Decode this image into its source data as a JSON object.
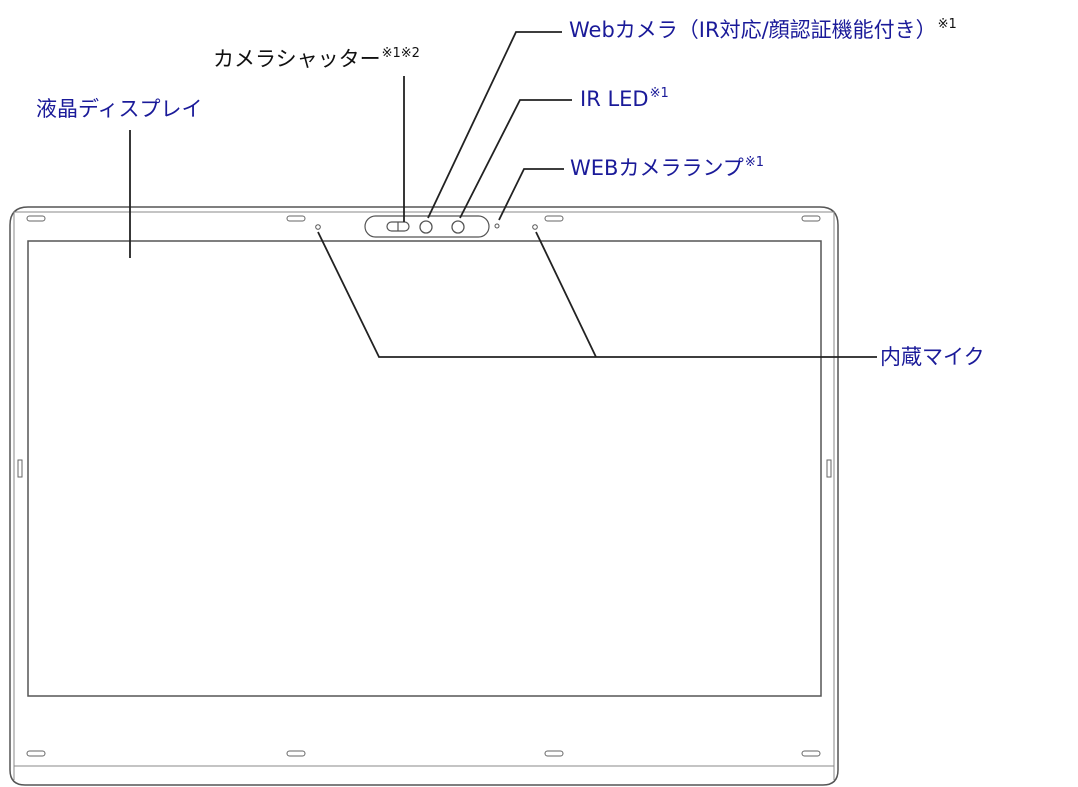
{
  "labels": {
    "lcd": {
      "text": "液晶ディスプレイ",
      "note": ""
    },
    "shutter": {
      "text": "カメラシャッター",
      "note": "※1※2"
    },
    "webcam": {
      "text": "Webカメラ（IR対応/顔認証機能付き）",
      "note": "※1"
    },
    "ir_led": {
      "text": "IR LED",
      "note": "※1"
    },
    "cam_lamp": {
      "text": "WEBカメラランプ",
      "note": "※1"
    },
    "mic": {
      "text": "内蔵マイク",
      "note": ""
    }
  },
  "colors": {
    "link_label": "#1a1a99",
    "plain_label": "#111111",
    "outline": "#555555",
    "leader": "#222222"
  }
}
